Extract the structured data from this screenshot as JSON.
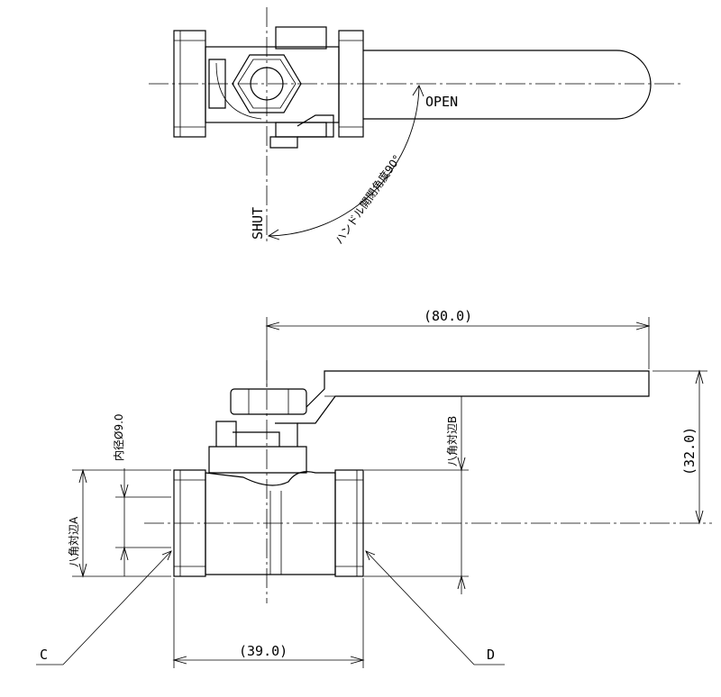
{
  "top_view": {
    "open_label": "OPEN",
    "shut_label": "SHUT",
    "angle_label": "ハンドル開閉角度90°"
  },
  "front_view": {
    "dim_length": "(80.0)",
    "dim_height": "(32.0)",
    "dim_body": "(39.0)",
    "inner_dia": "内径Ø9.0",
    "hex_a": "八角対辺A",
    "hex_b": "八角対辺B",
    "callout_c": "C",
    "callout_d": "D"
  }
}
